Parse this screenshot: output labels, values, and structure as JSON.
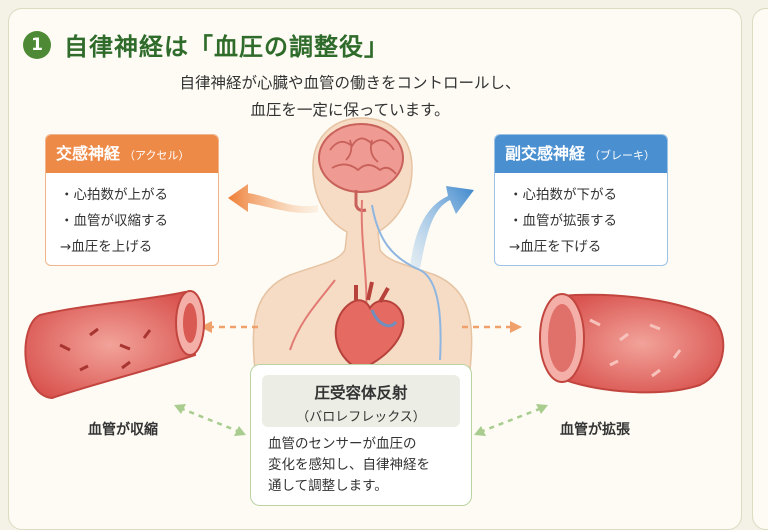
{
  "header": {
    "number": "1",
    "title": "自律神経は「血圧の調整役」",
    "intro_line1": "自律神経が心臓や血管の働きをコントロールし、",
    "intro_line2": "血圧を一定に保っています。"
  },
  "sympathetic": {
    "title": "交感神経",
    "subtitle": "（アクセル）",
    "items": [
      "・心拍数が上がる",
      "・血管が収縮する",
      "→血圧を上げる"
    ]
  },
  "parasympathetic": {
    "title": "副交感神経",
    "subtitle": "（ブレーキ）",
    "items": [
      "・心拍数が下がる",
      "・血管が拡張する",
      "→血圧を下げる"
    ]
  },
  "vessels": {
    "left_label": "血管が収縮",
    "right_label": "血管が拡張"
  },
  "baroreflex": {
    "title": "圧受容体反射",
    "subtitle": "（バロレフレックス）",
    "line1": "血管のセンサーが血圧の",
    "line2": "変化を感知し、自律神経を",
    "line3": "通して調整します。"
  },
  "colors": {
    "title_green": "#2f6b2a",
    "sympathetic_orange": "#ee8a48",
    "parasympathetic_blue": "#4a8fd0",
    "vessel_red": "#d9534f"
  }
}
